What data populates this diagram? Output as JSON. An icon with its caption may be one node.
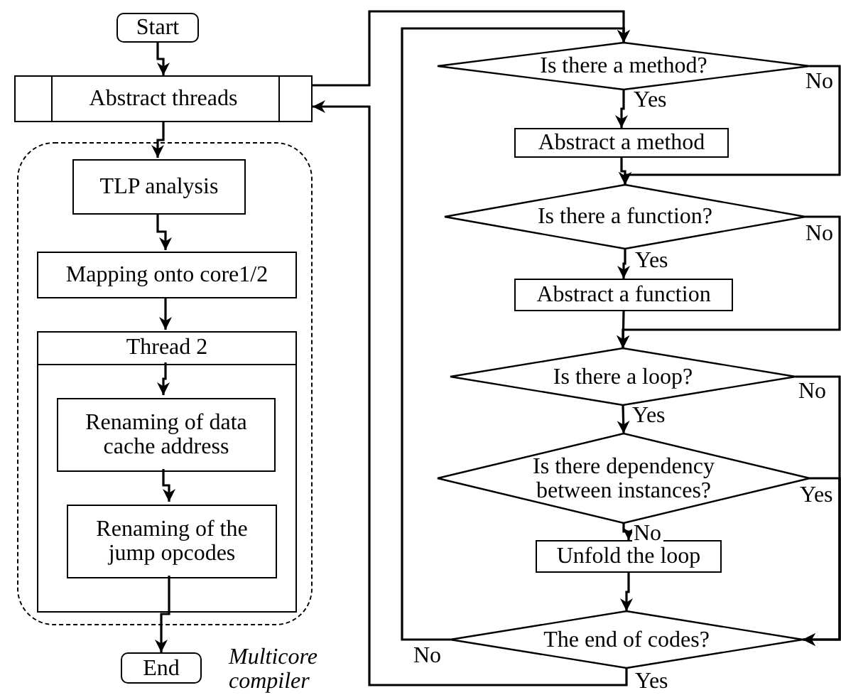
{
  "diagram": {
    "nodes": [
      {
        "text": [
          "Start"
        ]
      },
      {
        "text": [
          "Abstract threads"
        ]
      },
      {
        "text": [],
        "shape": "box",
        "beside": [
          "Multicore compiler"
        ]
      },
      {
        "text": [
          "TLP analysis"
        ],
        "in": 2
      },
      {
        "text": [
          "Mapping onto core1/2"
        ],
        "in": 2
      },
      {
        "text": [
          "Thread 2"
        ],
        "in": 2
      },
      {
        "text": [
          "Renaming of data cache address"
        ],
        "in": 5
      },
      {
        "text": [
          "Renaming of the jump opcodes"
        ],
        "in": 5
      },
      {
        "text": [
          "End"
        ]
      },
      {
        "text": [
          "Is there a method?"
        ]
      },
      {
        "text": [
          "Abstract a method"
        ]
      },
      {
        "text": [
          "Is there a function?"
        ]
      },
      {
        "text": [
          "Abstract a function"
        ]
      },
      {
        "text": [
          "Is there a loop?"
        ]
      },
      {
        "text": [
          "Is there dependency between instances?"
        ]
      },
      {
        "text": [
          "Unfold the loop"
        ]
      },
      {
        "text": [
          "The end of codes?"
        ]
      }
    ],
    "edges": [
      {
        "from": 0,
        "to": 1,
        "arrow": "to"
      },
      {
        "from": 1,
        "to": 3,
        "arrow": "to"
      },
      {
        "from": 3,
        "to": 4,
        "arrow": "to"
      },
      {
        "from": 4,
        "to": 5,
        "arrow": "to"
      },
      {
        "from": 5,
        "to": 6,
        "arrow": "to"
      },
      {
        "from": 6,
        "to": 7,
        "arrow": "to"
      },
      {
        "from": 7,
        "to": 8,
        "arrow": "to"
      },
      {
        "from": 1,
        "to": 9,
        "arrow": "to"
      },
      {
        "from": 9,
        "to": 10,
        "arrow": "to",
        "label": "Yes"
      },
      {
        "from": 9,
        "to": 11,
        "arrow": "to",
        "label": "No"
      },
      {
        "from": 10,
        "to": 11,
        "arrow": "to"
      },
      {
        "from": 11,
        "to": 12,
        "arrow": "to",
        "label": "Yes"
      },
      {
        "from": 11,
        "to": 13,
        "arrow": "to",
        "label": "No"
      },
      {
        "from": 12,
        "to": 13,
        "arrow": "to"
      },
      {
        "from": 13,
        "to": 14,
        "arrow": "to",
        "label": "Yes"
      },
      {
        "from": 13,
        "to": 16,
        "arrow": "to",
        "label": "No"
      },
      {
        "from": 14,
        "to": 16,
        "arrow": "to",
        "label": "Yes"
      },
      {
        "from": 14,
        "to": 15,
        "arrow": "to",
        "label": "No"
      },
      {
        "from": 15,
        "to": 16,
        "arrow": "to"
      },
      {
        "from": 16,
        "to": 9,
        "arrow": "to",
        "label": "No"
      },
      {
        "from": 16,
        "to": 1,
        "arrow": "to",
        "label": "Yes"
      }
    ]
  }
}
